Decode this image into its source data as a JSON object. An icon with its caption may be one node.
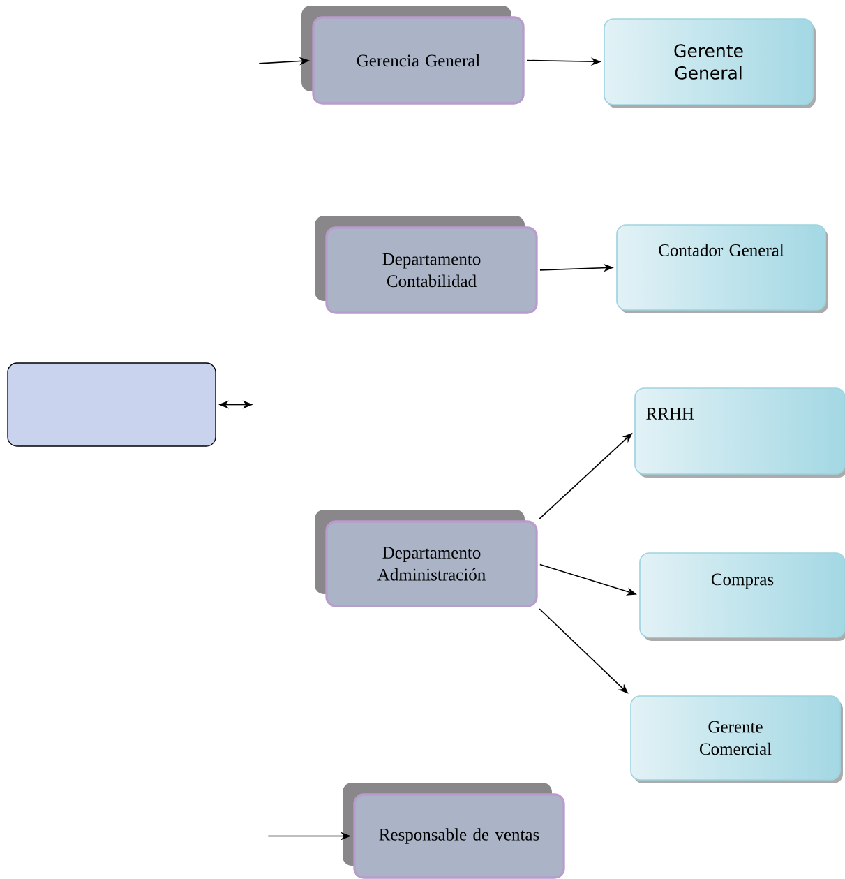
{
  "diagram": {
    "nodes": [
      {
        "text": [
          "Gerencia General"
        ]
      },
      {
        "text": [
          "Gerente General"
        ]
      },
      {
        "text": [
          "Departamento Contabilidad"
        ]
      },
      {
        "text": [
          "Contador General"
        ]
      },
      {
        "text": [],
        "shape": "box"
      },
      {
        "text": [
          "RRHH"
        ]
      },
      {
        "text": [
          "Departamento Administración"
        ]
      },
      {
        "text": [
          "Compras"
        ]
      },
      {
        "text": [
          "Gerente Comercial"
        ]
      },
      {
        "text": [
          "Responsable de ventas"
        ]
      }
    ],
    "edges": [
      {
        "from": null,
        "to": 0,
        "arrow": "to"
      },
      {
        "from": 0,
        "to": 1,
        "arrow": "to"
      },
      {
        "from": 2,
        "to": 3,
        "arrow": "to"
      },
      {
        "from": 4,
        "to": null,
        "arrow": "both"
      },
      {
        "from": 6,
        "to": 5,
        "arrow": "to"
      },
      {
        "from": 6,
        "to": 7,
        "arrow": "to"
      },
      {
        "from": 6,
        "to": 8,
        "arrow": "to"
      },
      {
        "from": null,
        "to": 9,
        "arrow": "to"
      }
    ]
  }
}
